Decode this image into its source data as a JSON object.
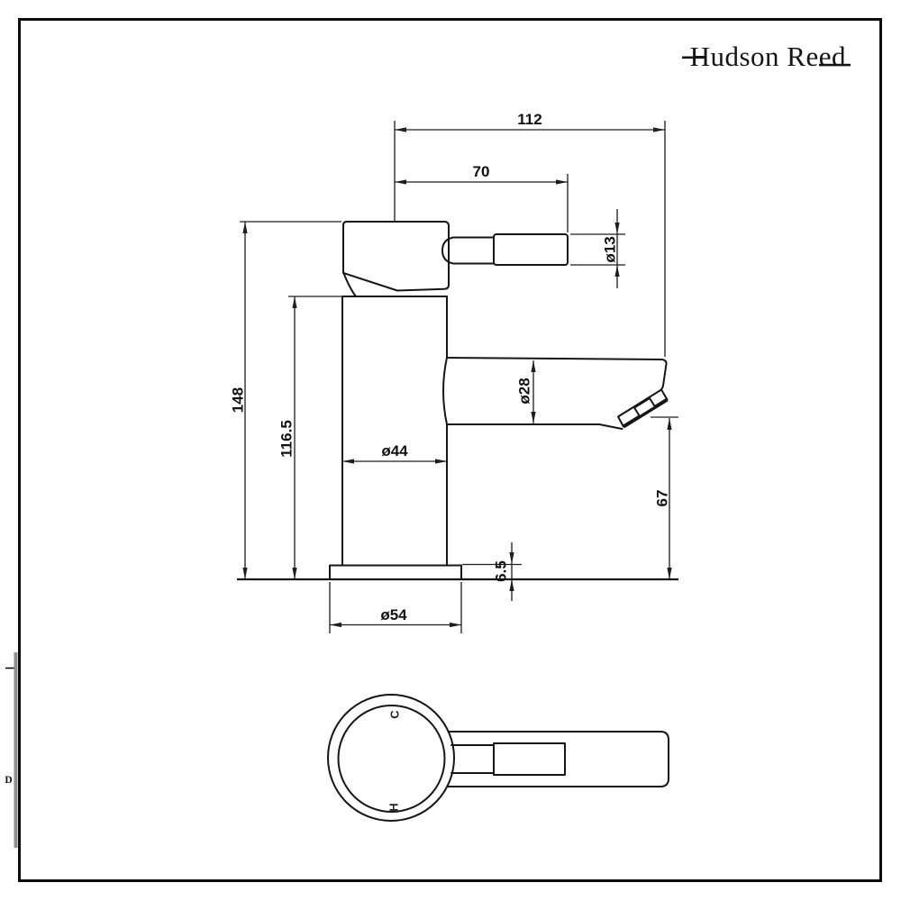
{
  "sheet": {
    "brand_logo": "Hudson Reed",
    "zone_label": "D"
  },
  "drawing": {
    "subject": "single-lever basin tap, side elevation and plan view",
    "units": "mm"
  },
  "dims": {
    "overall_projection": "112",
    "lever_projection": "70",
    "lever_diameter": "ø13",
    "overall_height": "148",
    "body_height": "116.5",
    "body_diameter": "ø44",
    "spout_diameter": "ø28",
    "outlet_height": "67",
    "base_thickness": "6.5",
    "base_diameter": "ø54"
  },
  "plan": {
    "cold_indicator": "C",
    "hot_indicator": "H"
  },
  "colors": {
    "ink": "#161616",
    "dimension_ink": "#1d1d1d",
    "background": "#ffffff",
    "edge_strip": "#8f8f8f"
  }
}
